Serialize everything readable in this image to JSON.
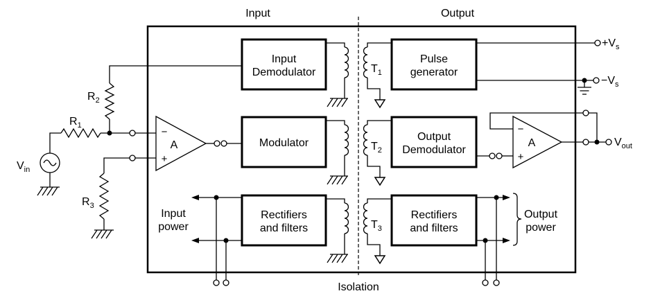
{
  "figure": {
    "input_label": "Input",
    "output_label": "Output",
    "isolation_label": "Isolation"
  },
  "blocks": {
    "input_demodulator": [
      "Input",
      "Demodulator"
    ],
    "pulse_generator": [
      "Pulse",
      "generator"
    ],
    "modulator": [
      "Modulator"
    ],
    "output_demodulator": [
      "Output",
      "Demodulator"
    ],
    "input_rectifiers": [
      "Rectifiers",
      "and filters"
    ],
    "output_rectifiers": [
      "Rectifiers",
      "and filters"
    ]
  },
  "transformers": [
    {
      "base": "T",
      "sub": "1"
    },
    {
      "base": "T",
      "sub": "2"
    },
    {
      "base": "T",
      "sub": "3"
    }
  ],
  "resistors": {
    "r1": {
      "base": "R",
      "sub": "1"
    },
    "r2": {
      "base": "R",
      "sub": "2"
    },
    "r3": {
      "base": "R",
      "sub": "3"
    }
  },
  "source": {
    "base": "V",
    "sub": "in"
  },
  "amplifiers": {
    "input": {
      "label": "A",
      "inverting": "−",
      "non_inverting": "+"
    },
    "output": {
      "label": "A",
      "inverting": "−",
      "non_inverting": "+"
    }
  },
  "terminals": {
    "positive_supply": {
      "base": "+V",
      "sub": "s"
    },
    "negative_supply": {
      "base": "−V",
      "sub": "s"
    },
    "output": {
      "base": "V",
      "sub": "out"
    }
  },
  "power": {
    "input": [
      "Input",
      "power"
    ],
    "output": [
      "Output",
      "power"
    ]
  },
  "icons": [
    "sine-source-icon",
    "chassis-ground-icon",
    "ground-triangle-icon",
    "signal-ground-icon",
    "brace-icon",
    "arrow-icon"
  ],
  "colors": {
    "ink": "#000000",
    "background": "#ffffff"
  }
}
